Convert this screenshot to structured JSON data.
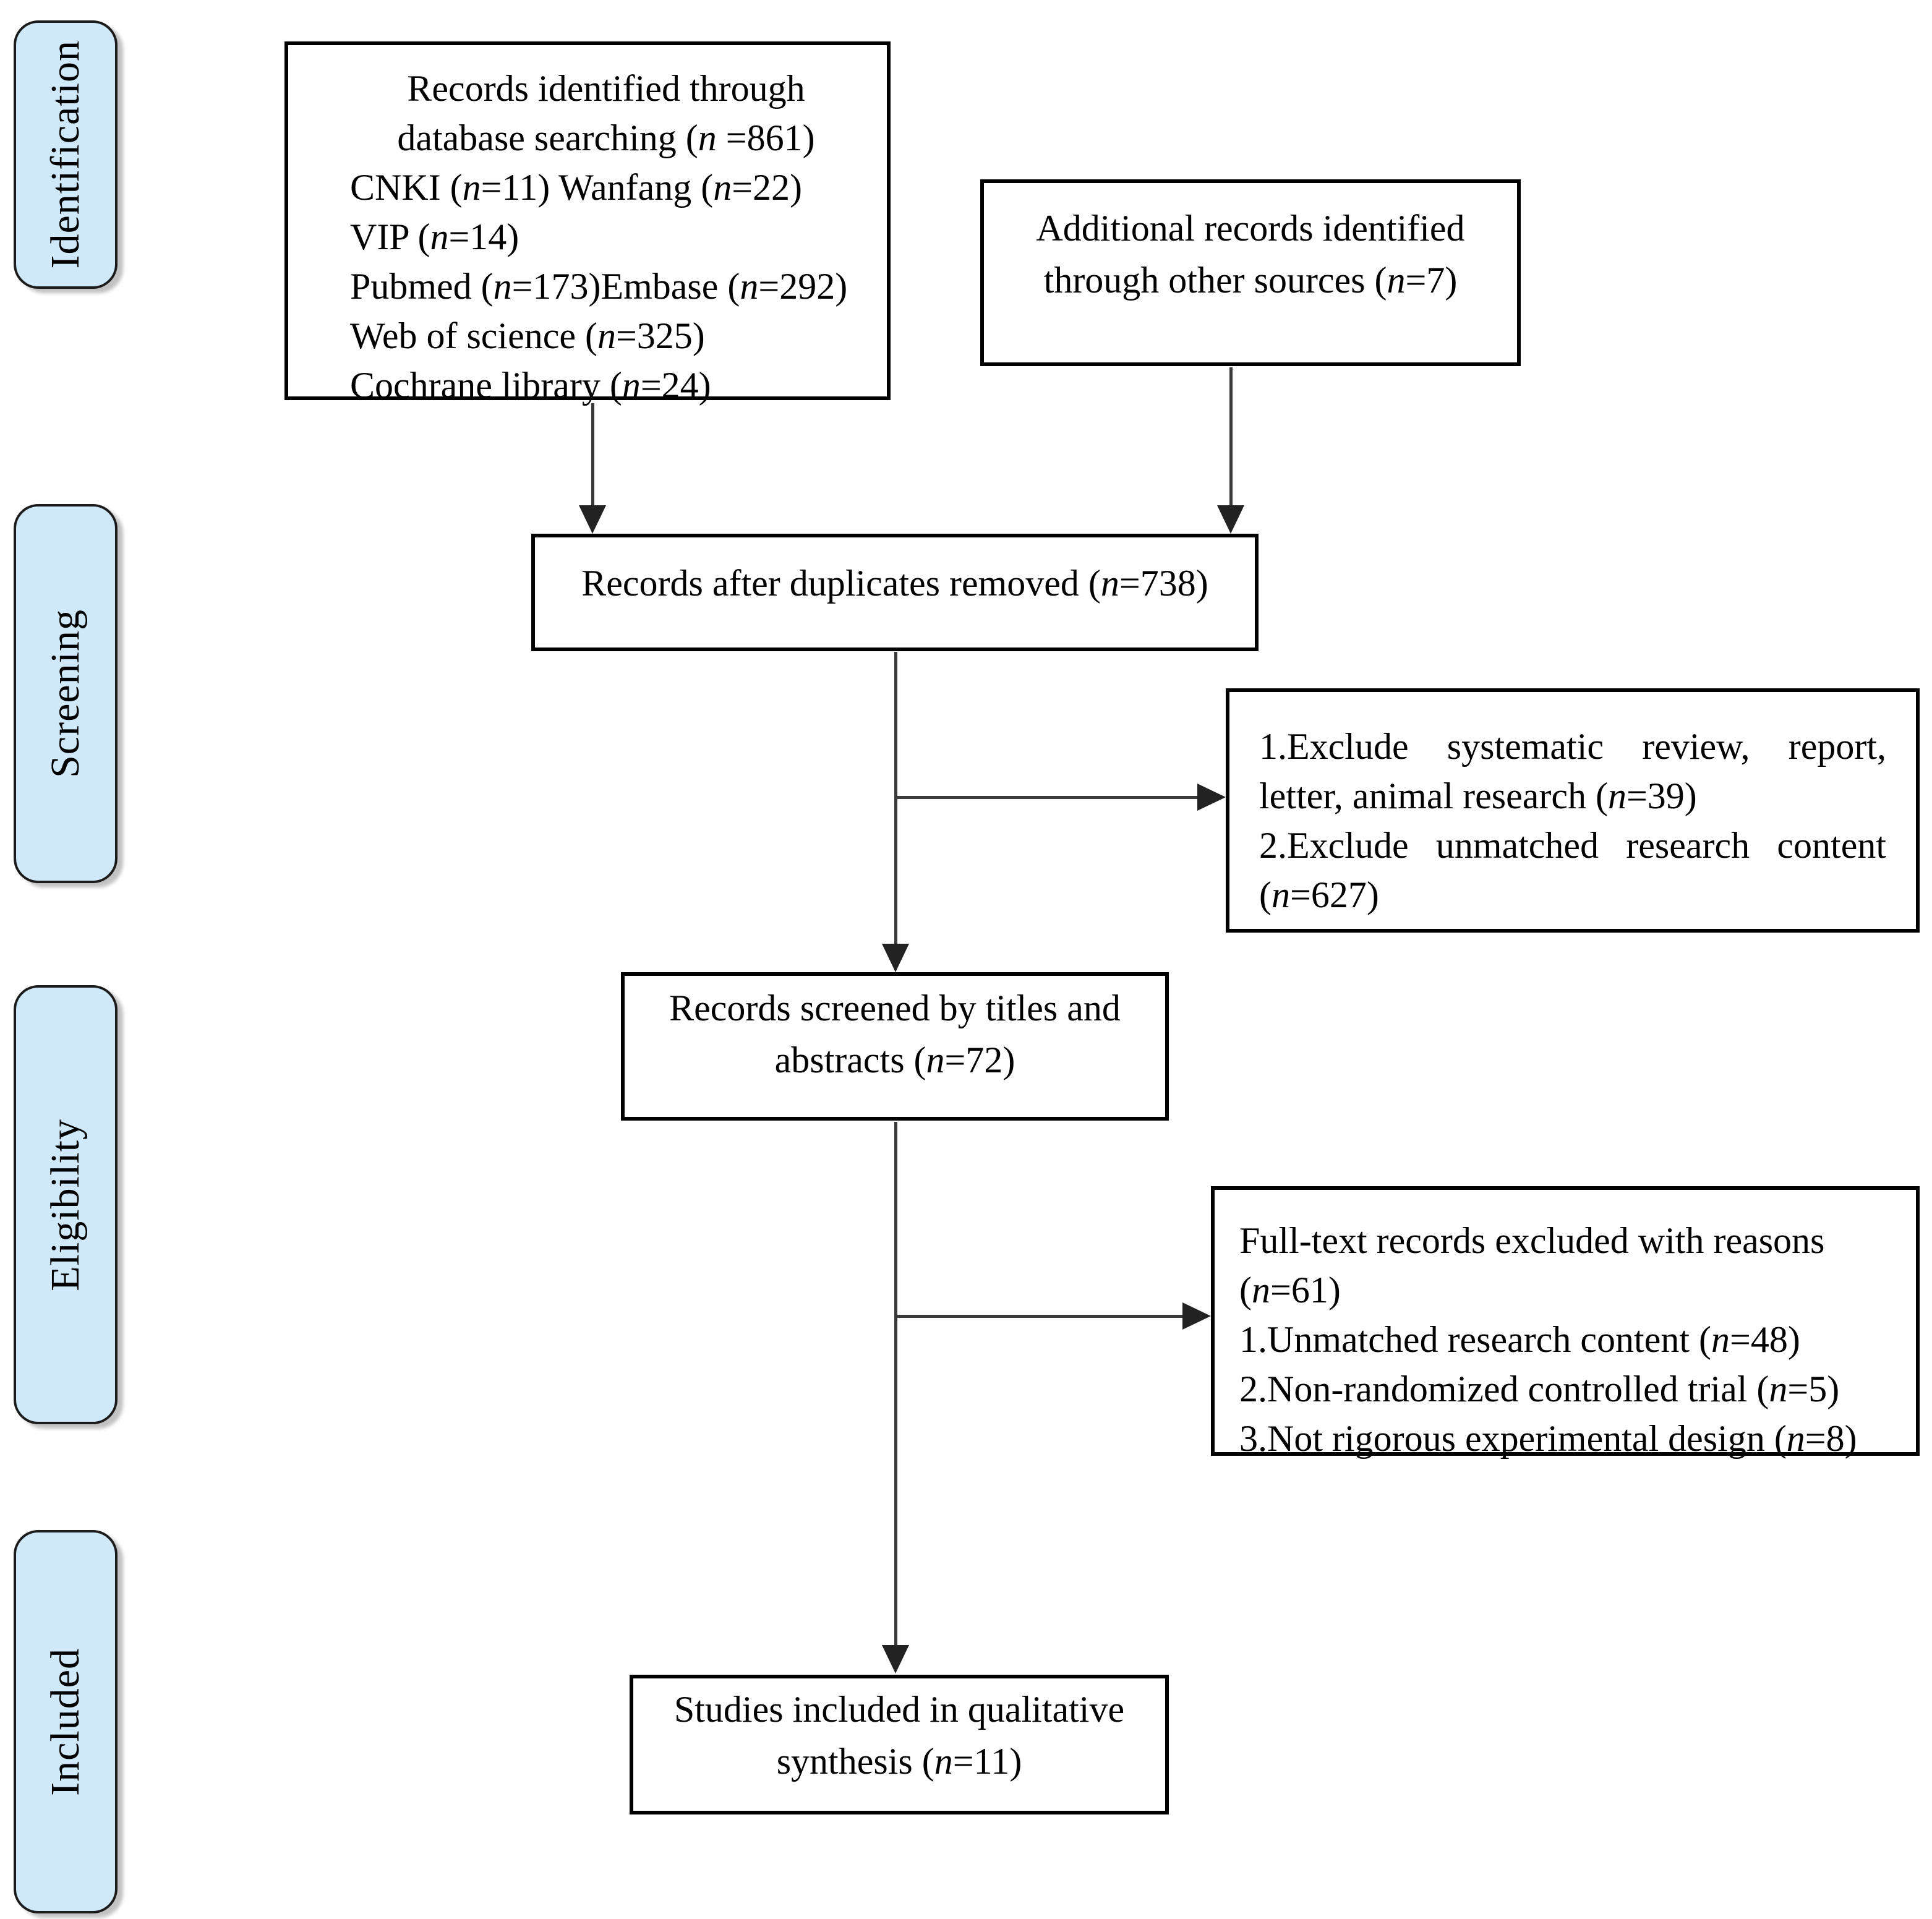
{
  "diagram": {
    "kind": "PRISMA flow diagram"
  },
  "colors": {
    "stage_fill": "#cfe9fa",
    "stage_border": "#1c1c1c",
    "box_border": "#000000",
    "arrow": "#3a3a3a"
  },
  "stages": [
    {
      "label": "Identification"
    },
    {
      "label": "Screening"
    },
    {
      "label": "Eligibility"
    },
    {
      "label": "Included"
    }
  ],
  "boxes": {
    "identified": {
      "lines": [
        [
          {
            "t": "Records identified through"
          }
        ],
        [
          {
            "t": "database searching ("
          },
          {
            "t": "n",
            "i": true
          },
          {
            "t": " =861)"
          }
        ],
        [
          {
            "t": "CNKI ("
          },
          {
            "t": "n",
            "i": true
          },
          {
            "t": "=11) Wanfang ("
          },
          {
            "t": "n",
            "i": true
          },
          {
            "t": "=22)"
          }
        ],
        [
          {
            "t": "VIP ("
          },
          {
            "t": "n",
            "i": true
          },
          {
            "t": "=14)"
          }
        ],
        [
          {
            "t": "Pubmed ("
          },
          {
            "t": "n",
            "i": true
          },
          {
            "t": "=173)Embase ("
          },
          {
            "t": "n",
            "i": true
          },
          {
            "t": "=292)"
          }
        ],
        [
          {
            "t": "Web of science ("
          },
          {
            "t": "n",
            "i": true
          },
          {
            "t": "=325)"
          }
        ],
        [
          {
            "t": "Cochrane library ("
          },
          {
            "t": "n",
            "i": true
          },
          {
            "t": "=24)"
          }
        ]
      ]
    },
    "additional": {
      "lines": [
        [
          {
            "t": "Additional records identified"
          }
        ],
        [
          {
            "t": "through other sources ("
          },
          {
            "t": "n",
            "i": true
          },
          {
            "t": "=7)"
          }
        ]
      ]
    },
    "duplicates": {
      "lines": [
        [
          {
            "t": "Records after duplicates removed ("
          },
          {
            "t": "n",
            "i": true
          },
          {
            "t": "=738)"
          }
        ]
      ]
    },
    "excluded_screening": {
      "lines": [
        [
          {
            "t": "1.Exclude systematic review, report,"
          }
        ],
        [
          {
            "t": "letter, animal research ("
          },
          {
            "t": "n",
            "i": true
          },
          {
            "t": "=39)"
          }
        ],
        [
          {
            "t": "2.Exclude unmatched research content"
          }
        ],
        [
          {
            "t": "("
          },
          {
            "t": "n",
            "i": true
          },
          {
            "t": "=627)"
          }
        ]
      ]
    },
    "screened": {
      "lines": [
        [
          {
            "t": "Records screened by titles and"
          }
        ],
        [
          {
            "t": "abstracts ("
          },
          {
            "t": "n",
            "i": true
          },
          {
            "t": "=72)"
          }
        ]
      ]
    },
    "excluded_fulltext": {
      "lines": [
        [
          {
            "t": "Full-text records excluded with reasons"
          }
        ],
        [
          {
            "t": "("
          },
          {
            "t": "n",
            "i": true
          },
          {
            "t": "=61)"
          }
        ],
        [
          {
            "t": "1.Unmatched research content ("
          },
          {
            "t": "n",
            "i": true
          },
          {
            "t": "=48)"
          }
        ],
        [
          {
            "t": "2.Non-randomized controlled trial ("
          },
          {
            "t": "n",
            "i": true
          },
          {
            "t": "=5)"
          }
        ],
        [
          {
            "t": "3.Not rigorous experimental design ("
          },
          {
            "t": "n",
            "i": true
          },
          {
            "t": "=8)"
          }
        ]
      ]
    },
    "included": {
      "lines": [
        [
          {
            "t": "Studies included in qualitative"
          }
        ],
        [
          {
            "t": "synthesis ("
          },
          {
            "t": "n",
            "i": true
          },
          {
            "t": "=11)"
          }
        ]
      ]
    }
  }
}
